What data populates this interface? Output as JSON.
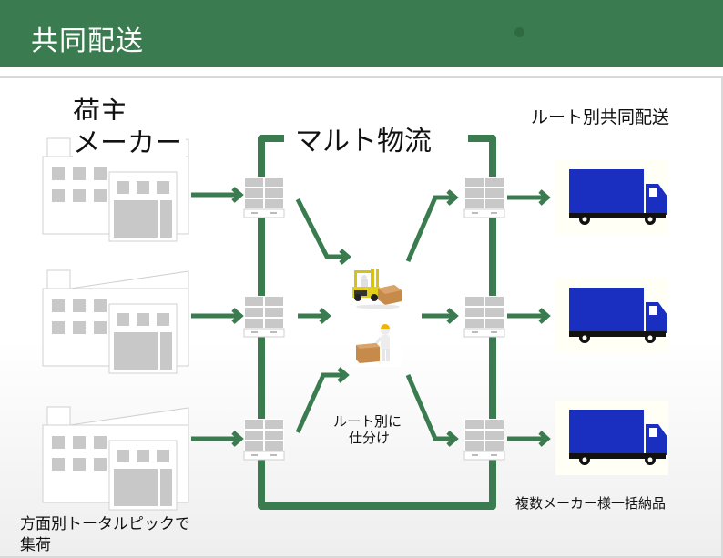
{
  "header": {
    "title": "共同配送"
  },
  "labels": {
    "shipper_line1": "荷主",
    "shipper_line2": "メーカー",
    "center": "マルト物流",
    "route_delivery": "ルート別共同配送",
    "sort_line1": "ルート別に",
    "sort_line2": "仕分け",
    "pickup_line1": "方面別トータルピックで",
    "pickup_line2": "集荷",
    "bulk_delivery": "複数メーカー様一括納品"
  },
  "icons": {
    "factory": "factory-icon",
    "pallet": "pallet-rack-icon",
    "forklift": "forklift-icon",
    "worker": "worker-with-box-icon",
    "truck": "truck-icon",
    "arrow": "arrow-right-icon"
  },
  "colors": {
    "header": "#3a7b4f",
    "flow": "#3a7b4f",
    "truck": "#1a2fc0",
    "building": "#c8c8c8"
  }
}
